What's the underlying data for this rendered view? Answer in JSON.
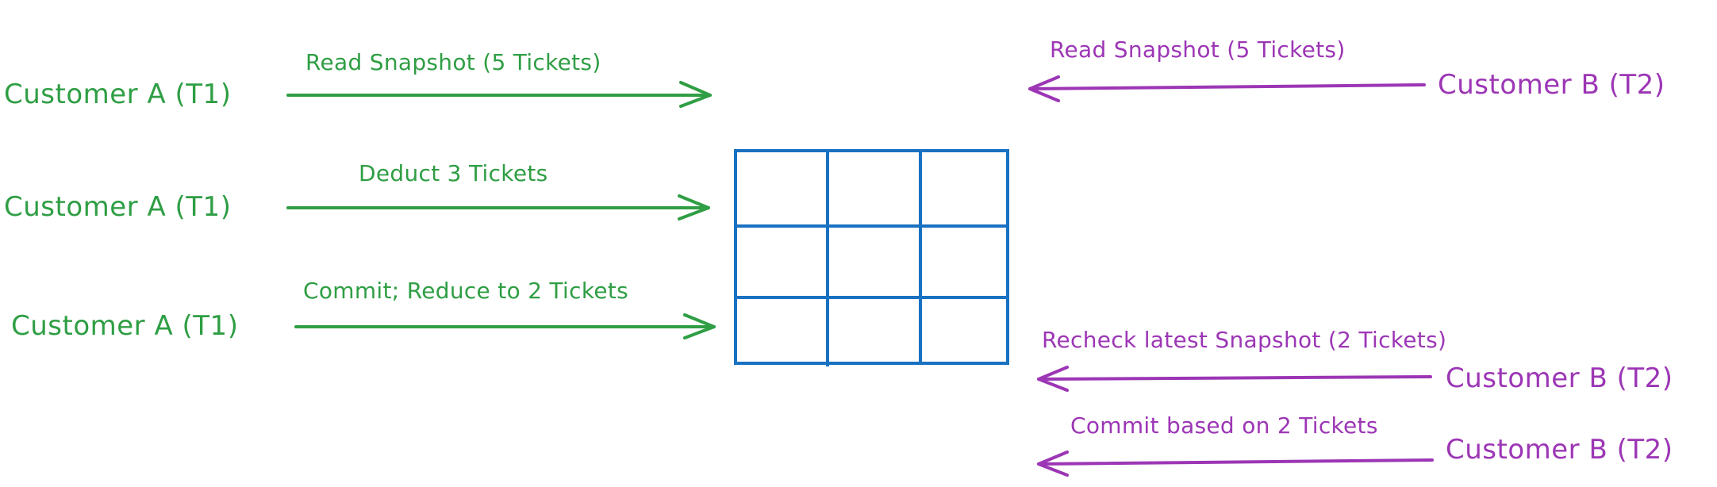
{
  "colors": {
    "customer_a": "#2f9e44",
    "customer_b": "#9c36b5",
    "database_grid": "#1971c2",
    "background": "#ffffff"
  },
  "customer_a": {
    "rows": [
      {
        "actor": "Customer A (T1)",
        "message": "Read Snapshot (5 Tickets)"
      },
      {
        "actor": "Customer A (T1)",
        "message": "Deduct 3 Tickets"
      },
      {
        "actor": "Customer A (T1)",
        "message": "Commit; Reduce to 2 Tickets"
      }
    ]
  },
  "customer_b": {
    "rows": [
      {
        "actor": "Customer B (T2)",
        "message": "Read Snapshot (5 Tickets)"
      },
      {
        "actor": "Customer B (T2)",
        "message": "Recheck latest Snapshot (2 Tickets)"
      },
      {
        "actor": "Customer B (T2)",
        "message": "Commit based on 2 Tickets"
      }
    ]
  },
  "database": {
    "icon": "table-grid-icon",
    "rows": 3,
    "columns": 3
  }
}
